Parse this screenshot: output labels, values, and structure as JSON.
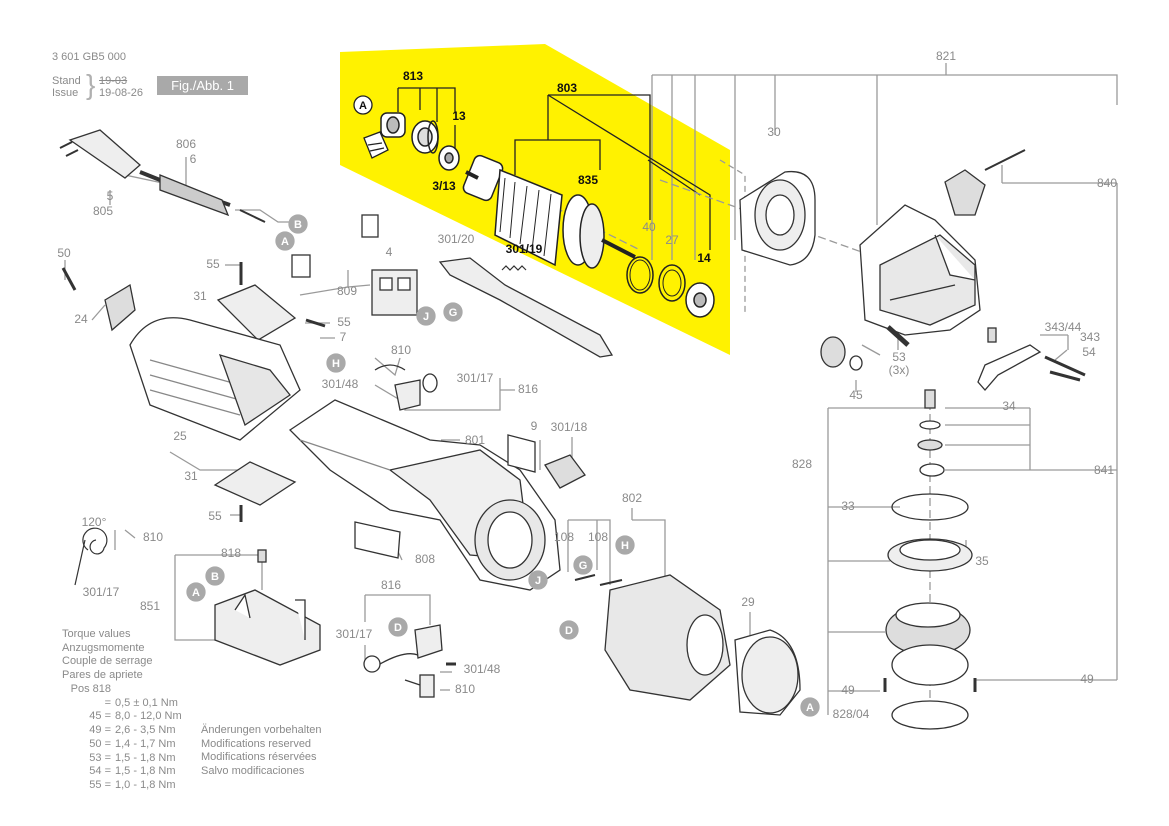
{
  "header": {
    "doc_number": "3 601 GB5 000",
    "stand_label": "Stand",
    "issue_label": "Issue",
    "stand_date": "19-03",
    "issue_date": "19-08-26",
    "figure_label": "Fig./Abb. 1"
  },
  "colors": {
    "highlight": "#fff200",
    "line": "#9a9a9a",
    "dark": "#222222",
    "shade": "#bdbdbd"
  },
  "labels": [
    "813",
    "803",
    "821",
    "13",
    "3/13",
    "835",
    "30",
    "806",
    "6",
    "5",
    "805",
    "840",
    "40",
    "27",
    "301/20",
    "301/19",
    "14",
    "50",
    "4",
    "55",
    "809",
    "31",
    "24",
    "55",
    "7",
    "343/44",
    "343",
    "810",
    "53",
    "(3x)",
    "54",
    "301/48",
    "301/17",
    "816",
    "45",
    "34",
    "25",
    "801",
    "9",
    "301/18",
    "828",
    "841",
    "31",
    "33",
    "802",
    "55",
    "108",
    "108",
    "35",
    "120°",
    "810",
    "818",
    "301/17",
    "808",
    "816",
    "29",
    "851",
    "301/17",
    "301/48",
    "810",
    "49",
    "49",
    "828/04"
  ],
  "callouts": [
    "A",
    "B",
    "A",
    "J",
    "G",
    "H",
    "G",
    "J",
    "H",
    "D",
    "B",
    "A",
    "D",
    "A"
  ],
  "torque": {
    "lines": [
      "Torque values",
      "Anzugsmomente",
      "Couple de serrage",
      "Pares de apriete"
    ],
    "rows": [
      {
        "pos": "Pos 818 =",
        "val": "0,5 ± 0,1 Nm"
      },
      {
        "pos": "45 =",
        "val": "8,0 - 12,0 Nm"
      },
      {
        "pos": "49 =",
        "val": "2,6 - 3,5 Nm"
      },
      {
        "pos": "50 =",
        "val": "1,4 - 1,7 Nm"
      },
      {
        "pos": "53 =",
        "val": "1,5 - 1,8 Nm"
      },
      {
        "pos": "54 =",
        "val": "1,5 - 1,8 Nm"
      },
      {
        "pos": "55 =",
        "val": "1,0 - 1,8 Nm"
      }
    ]
  },
  "modifications": [
    "Änderungen vorbehalten",
    "Modifications reserved",
    "Modifications réservées",
    "Salvo modificaciones"
  ]
}
